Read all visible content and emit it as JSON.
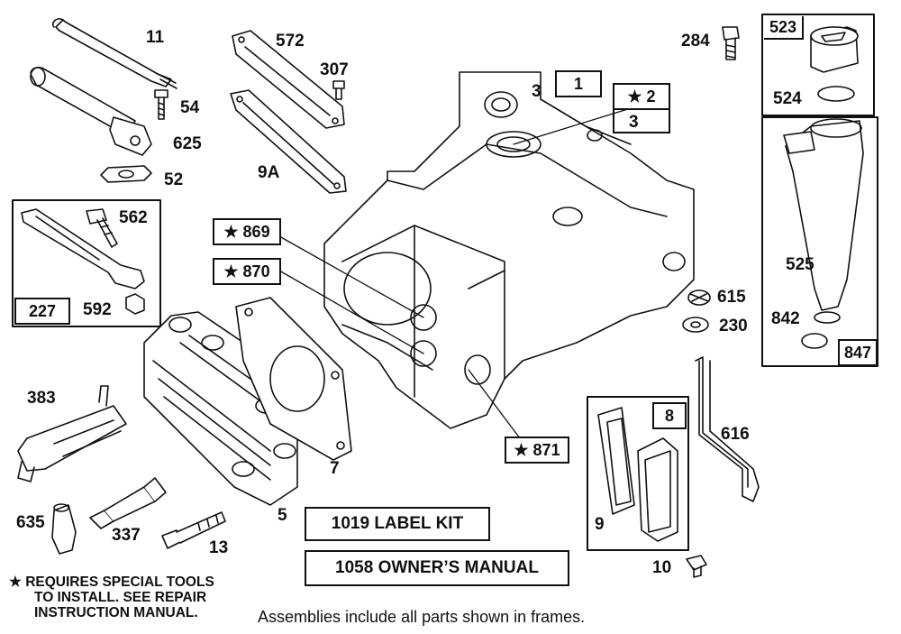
{
  "callouts": {
    "p11": "11",
    "p54": "54",
    "p625": "625",
    "p52": "52",
    "p572": "572",
    "p307": "307",
    "p9a": "9A",
    "p562": "562",
    "p227": "227",
    "p592": "592",
    "p3a": "3",
    "p1": "1",
    "p2": "★ 2",
    "p3b": "3",
    "p869": "★ 869",
    "p870": "★ 870",
    "p871": "★ 871",
    "p383": "383",
    "p635": "635",
    "p337": "337",
    "p13": "13",
    "p5": "5",
    "p7": "7",
    "p284": "284",
    "p523": "523",
    "p524": "524",
    "p525": "525",
    "p842": "842",
    "p847": "847",
    "p615": "615",
    "p230": "230",
    "p8": "8",
    "p9": "9",
    "p616": "616",
    "p10": "10"
  },
  "kits": {
    "label_kit": "1019 LABEL KIT",
    "owners_manual": "1058 OWNER’S MANUAL"
  },
  "notes": {
    "special_tools_1": "★ REQUIRES SPECIAL TOOLS",
    "special_tools_2": "TO INSTALL.  SEE REPAIR",
    "special_tools_3": "INSTRUCTION MANUAL.",
    "assemblies": "Assemblies include all parts shown in frames."
  }
}
